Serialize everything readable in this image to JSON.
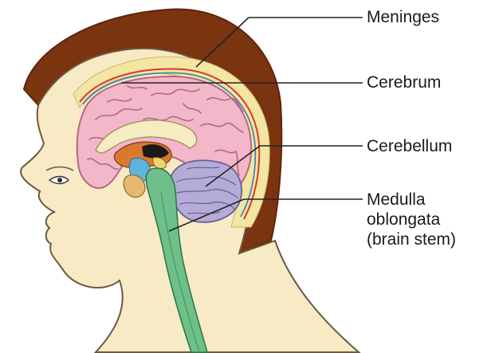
{
  "diagram": {
    "labels": {
      "meninges": "Meninges",
      "cerebrum": "Cerebrum",
      "cerebellum": "Cerebellum",
      "medulla_line1": "Medulla",
      "medulla_line2": "oblongata",
      "medulla_line3": "(brain stem)"
    },
    "colors": {
      "hair": "#7a3410",
      "hair_shadow": "#5e2508",
      "skin": "#f8eac4",
      "skin_outline": "#6b5a44",
      "meninges_band": "#f3e6a2",
      "meninges_red": "#d63a2a",
      "meninges_blue": "#4a7fc0",
      "cerebrum": "#f2b7c8",
      "cerebrum_outline": "#b2697f",
      "cerebellum": "#b4abd6",
      "brain_stem": "#6fbf8a",
      "corpus_callosum": "#f5ecc2",
      "ventricle_blue": "#62b2e0",
      "thalamus_orange": "#d8792f",
      "pituitary": "#e5b870",
      "leader_line": "#222222"
    }
  }
}
